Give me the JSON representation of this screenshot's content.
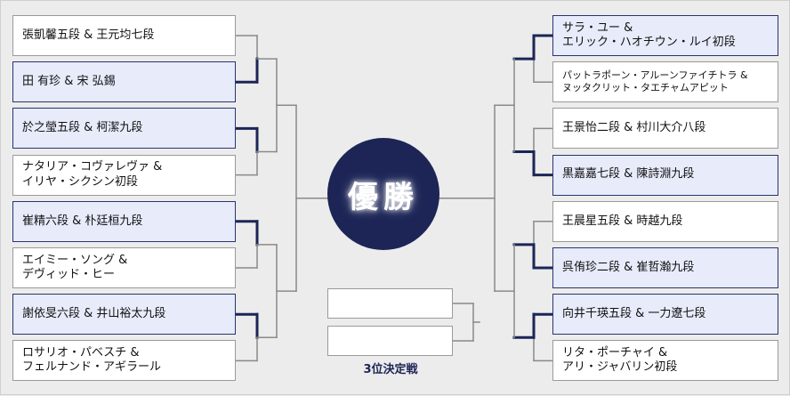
{
  "champion_label": "優勝",
  "third_place_label": "3位決定戦",
  "left": [
    {
      "line1": "張凱馨五段 & 王元均七段",
      "line2": "",
      "winner": false
    },
    {
      "line1": "田 有珍 & 宋 弘錫",
      "line2": "",
      "winner": true
    },
    {
      "line1": "於之瑩五段 & 柯潔九段",
      "line2": "",
      "winner": true
    },
    {
      "line1": "ナタリア・コヴァレヴァ &",
      "line2": "イリヤ・シクシン初段",
      "winner": false
    },
    {
      "line1": "崔精六段 & 朴廷桓九段",
      "line2": "",
      "winner": true
    },
    {
      "line1": "エイミー・ソング &",
      "line2": "デヴィッド・ヒー",
      "winner": false
    },
    {
      "line1": "謝依旻六段 & 井山裕太九段",
      "line2": "",
      "winner": true
    },
    {
      "line1": "ロサリオ・パベスチ &",
      "line2": "フェルナンド・アギラール",
      "winner": false
    }
  ],
  "right": [
    {
      "line1": "サラ・ユー &",
      "line2": "エリック・ハオチウン・ルイ初段",
      "winner": true
    },
    {
      "line1": "パットラポーン・アルーンファイチトラ &",
      "line2": "ヌッタクリット・タエチャムアピット",
      "winner": false
    },
    {
      "line1": "王景怡二段 & 村川大介八段",
      "line2": "",
      "winner": false
    },
    {
      "line1": "黒嘉嘉七段 & 陳詩淵九段",
      "line2": "",
      "winner": true
    },
    {
      "line1": "王晨星五段 & 時越九段",
      "line2": "",
      "winner": false
    },
    {
      "line1": "呉侑珍二段 & 崔哲瀚九段",
      "line2": "",
      "winner": true
    },
    {
      "line1": "向井千瑛五段 & 一力遼七段",
      "line2": "",
      "winner": true
    },
    {
      "line1": "リタ・ポーチャイ &",
      "line2": "アリ・ジャバリン初段",
      "winner": false
    }
  ],
  "colors": {
    "winner_line": "#1c2556",
    "line": "#8a8a8a",
    "winner_bg": "#e7ebfa"
  }
}
